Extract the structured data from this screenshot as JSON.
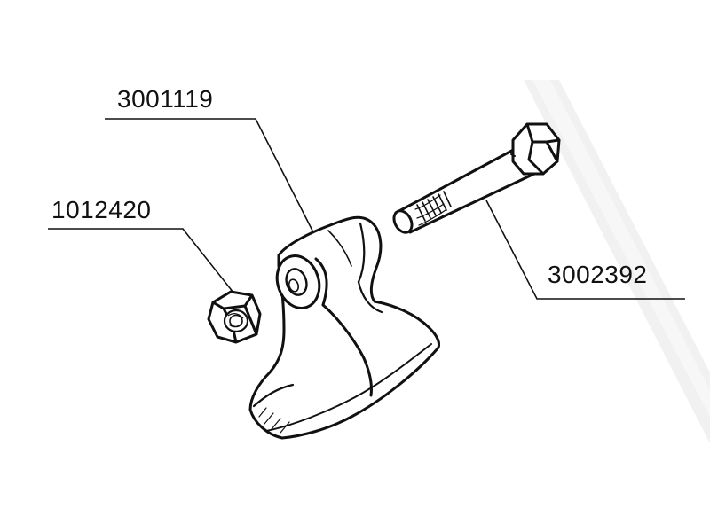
{
  "diagram": {
    "parts": [
      {
        "id": "blade",
        "part_number": "3001119"
      },
      {
        "id": "nut",
        "part_number": "1012420"
      },
      {
        "id": "bolt",
        "part_number": "3002392"
      }
    ],
    "colors": {
      "line": "#111111",
      "background": "#ffffff",
      "watermark": "#eeeeee"
    }
  }
}
